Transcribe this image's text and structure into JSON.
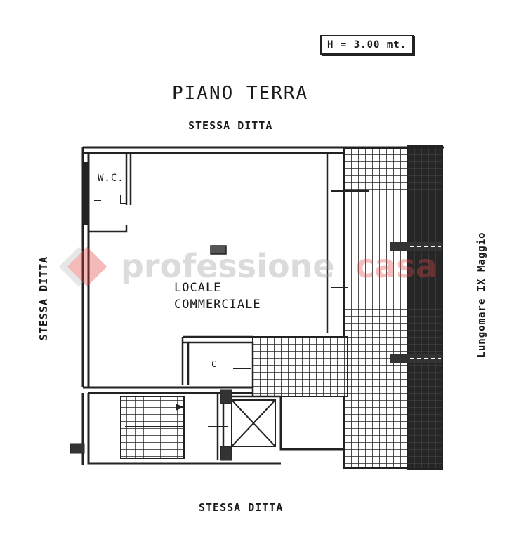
{
  "plan": {
    "title": "PIANO TERRA",
    "height_note": "H = 3.00 mt.",
    "neighbors": {
      "top": "STESSA DITTA",
      "left": "STESSA DITTA",
      "bottom": "STESSA DITTA"
    },
    "street": "Lungomare IX Maggio",
    "rooms": {
      "main_line1": "LOCALE",
      "main_line2": "COMMERCIALE",
      "wc": "W.C.",
      "closet": "C"
    }
  },
  "watermark": {
    "part1": "professione",
    "part2": "casa",
    "accent_color": "#e23a3a",
    "grey_color": "#9a9a9a"
  }
}
